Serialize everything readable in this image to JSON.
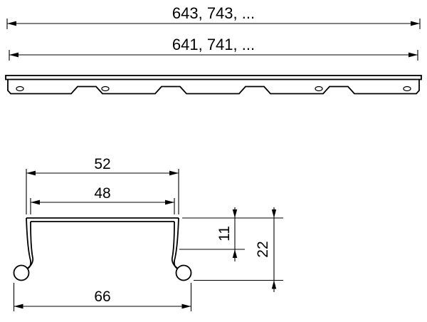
{
  "colors": {
    "ink": "#000000",
    "paper": "#ffffff"
  },
  "top_view": {
    "dim_overall_length": "643, 743, ...",
    "dim_body_length": "641, 741, ..."
  },
  "section_view": {
    "dim_outer_width": "52",
    "dim_inner_width": "48",
    "dim_flange_height": "11",
    "dim_total_height": "22",
    "dim_foot_width": "66"
  }
}
